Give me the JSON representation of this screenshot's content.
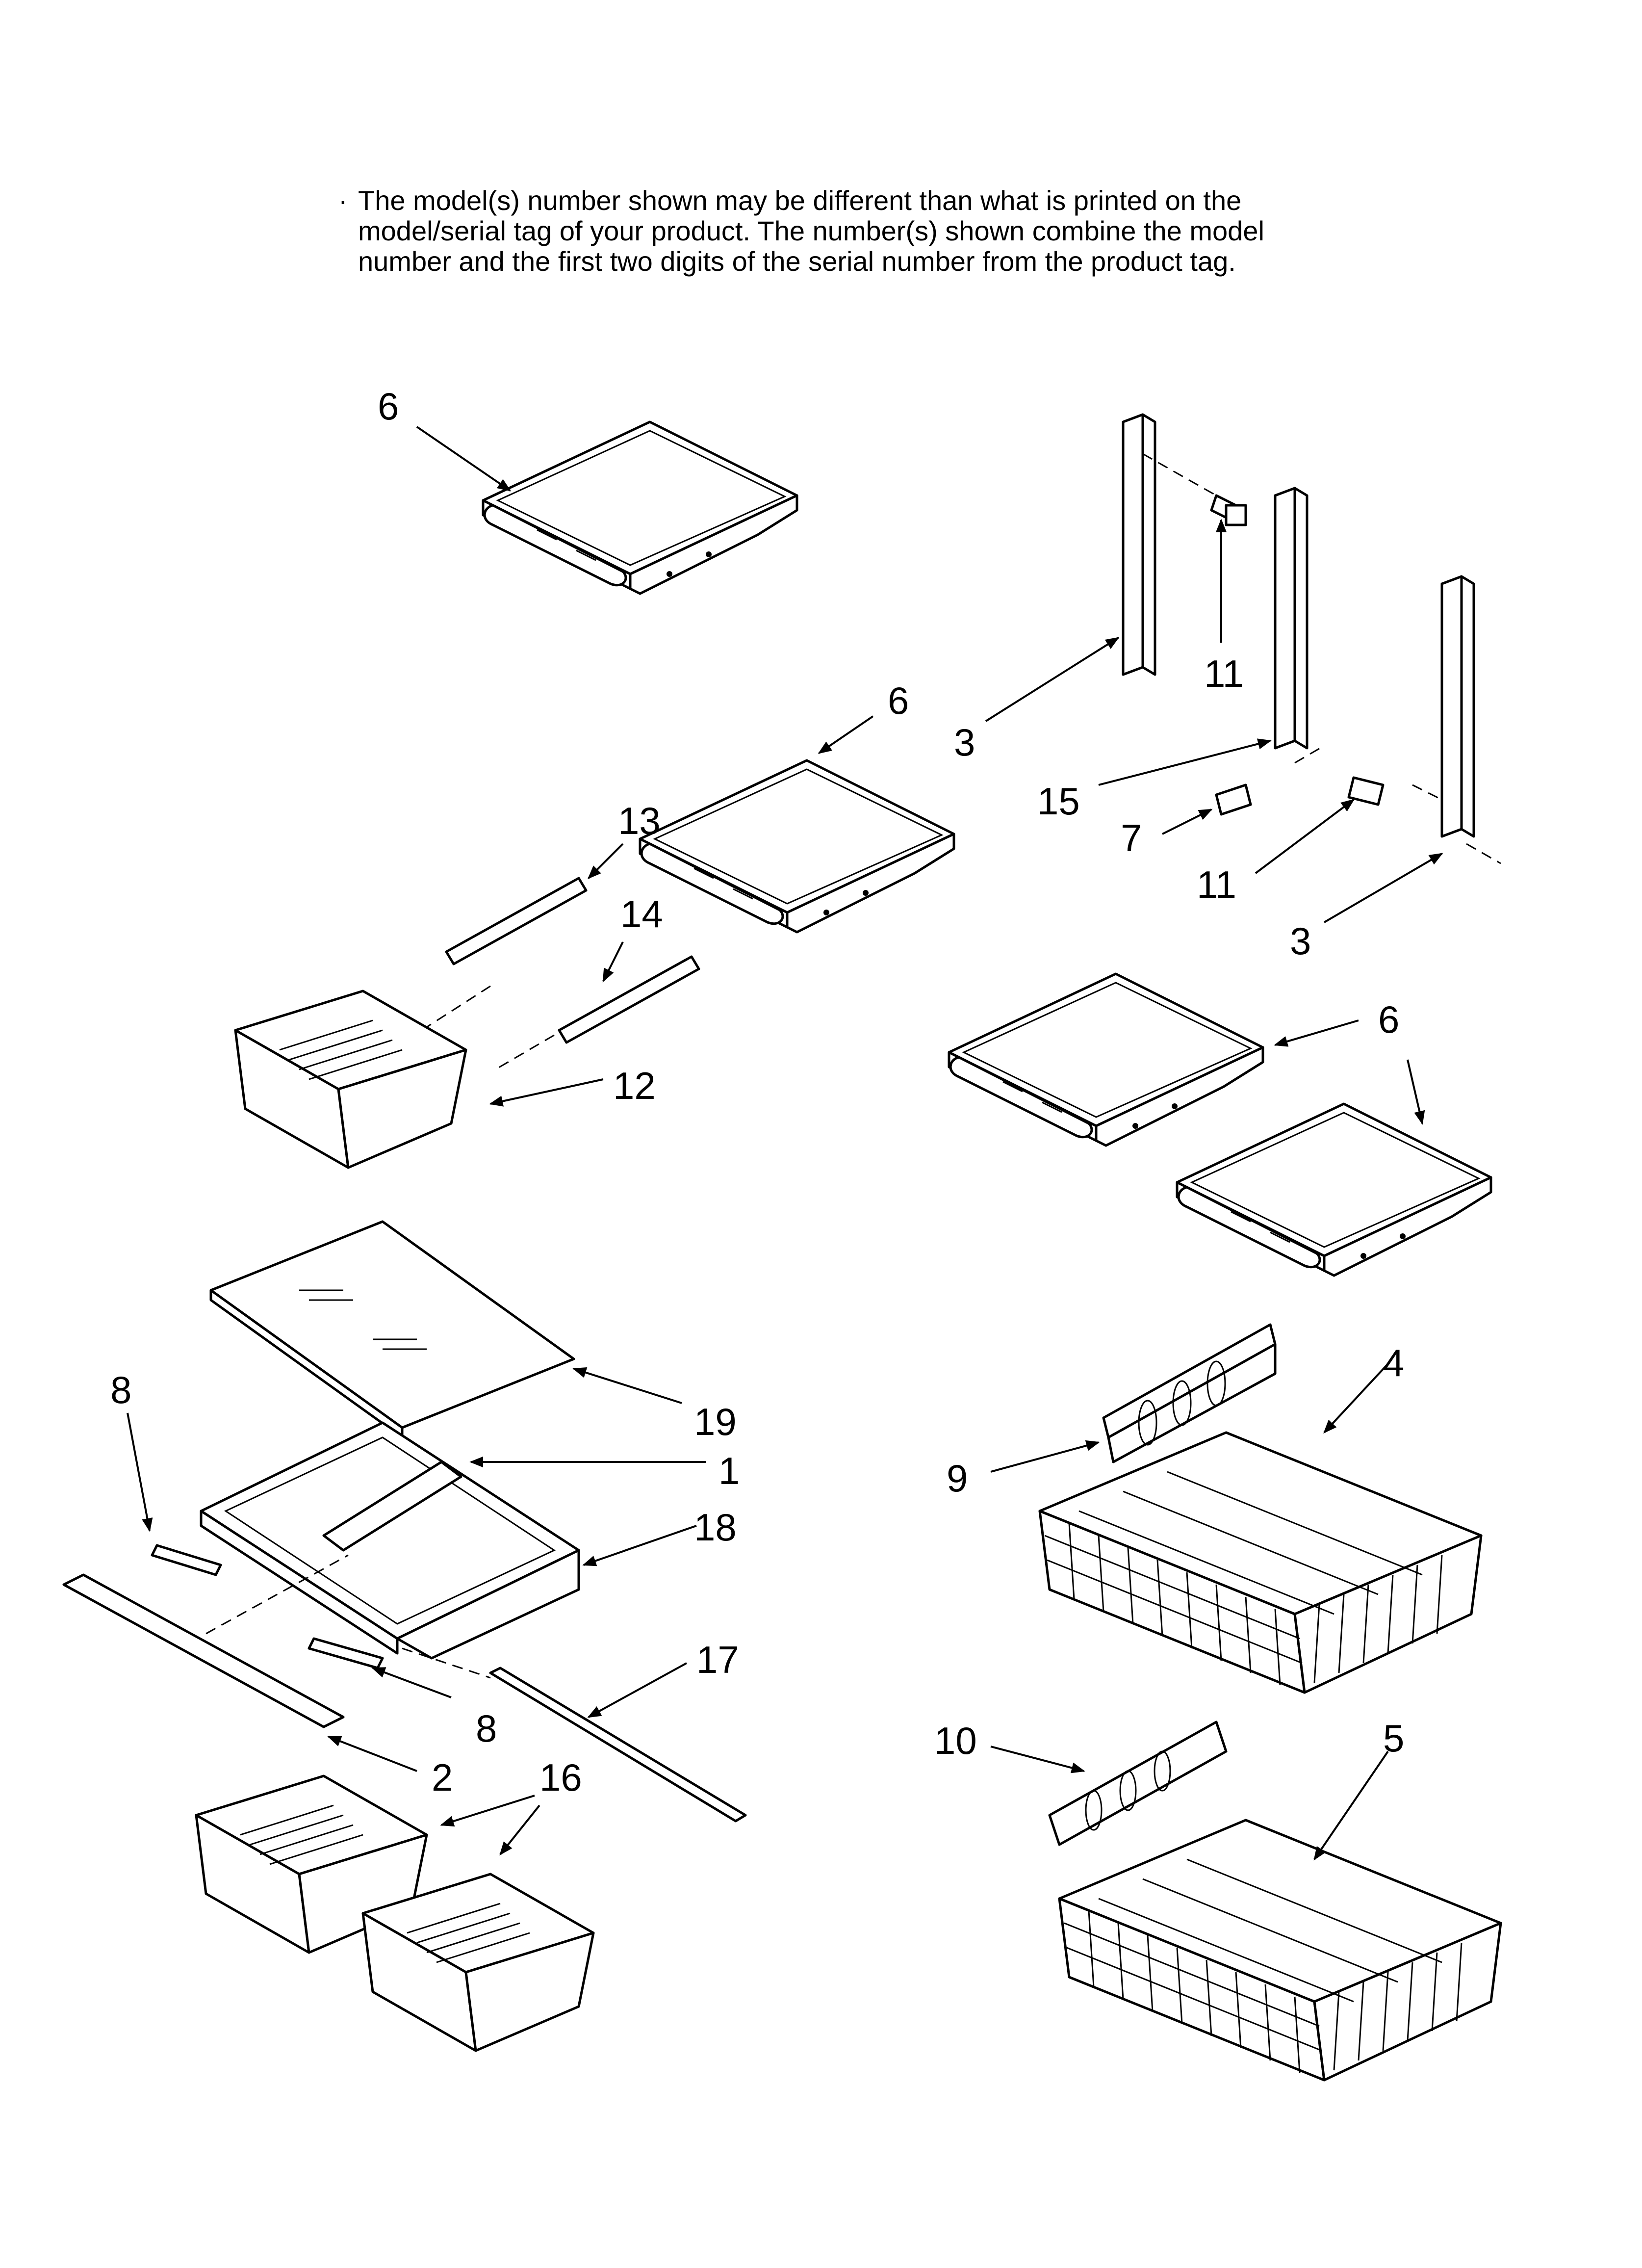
{
  "note": {
    "bullet": "·",
    "lines": [
      "The model(s) number shown may be different than what is printed on the",
      "model/serial tag of your product. The number(s) shown combine the model",
      "number and the first two digits of the serial number from the product tag."
    ]
  },
  "callouts": {
    "c6a": "6",
    "c6b": "6",
    "c6c": "6",
    "c6d": "6",
    "c3a": "3",
    "c3b": "3",
    "c11a": "11",
    "c11b": "11",
    "c15": "15",
    "c7": "7",
    "c13": "13",
    "c14": "14",
    "c12": "12",
    "c19": "19",
    "c1": "1",
    "c18": "18",
    "c8a": "8",
    "c8b": "8",
    "c17": "17",
    "c2": "2",
    "c16": "16",
    "c4": "4",
    "c9": "9",
    "c10": "10",
    "c5": "5"
  }
}
